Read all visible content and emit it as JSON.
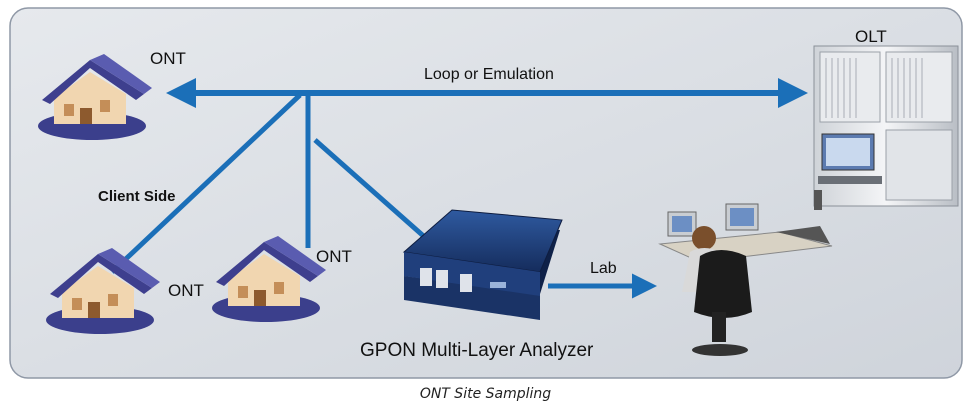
{
  "labels": {
    "ont_top": "ONT",
    "olt": "OLT",
    "loop": "Loop or Emulation",
    "client_side": "Client Side",
    "ont_bottom_left": "ONT",
    "ont_bottom_mid": "ONT",
    "lab": "Lab",
    "analyzer": "GPON Multi-Layer Analyzer"
  },
  "caption": "ONT Site Sampling",
  "colors": {
    "panel_bg": "#d9dde3",
    "panel_border": "#8f98a6",
    "link_blue": "#1b6fb8",
    "roof": "#3e3f8e",
    "wall": "#f1d6b0",
    "device": "#1f3e7a"
  },
  "icons": [
    "house-icon",
    "olt-rack-icon",
    "analyzer-device-icon",
    "lab-technician-icon"
  ]
}
